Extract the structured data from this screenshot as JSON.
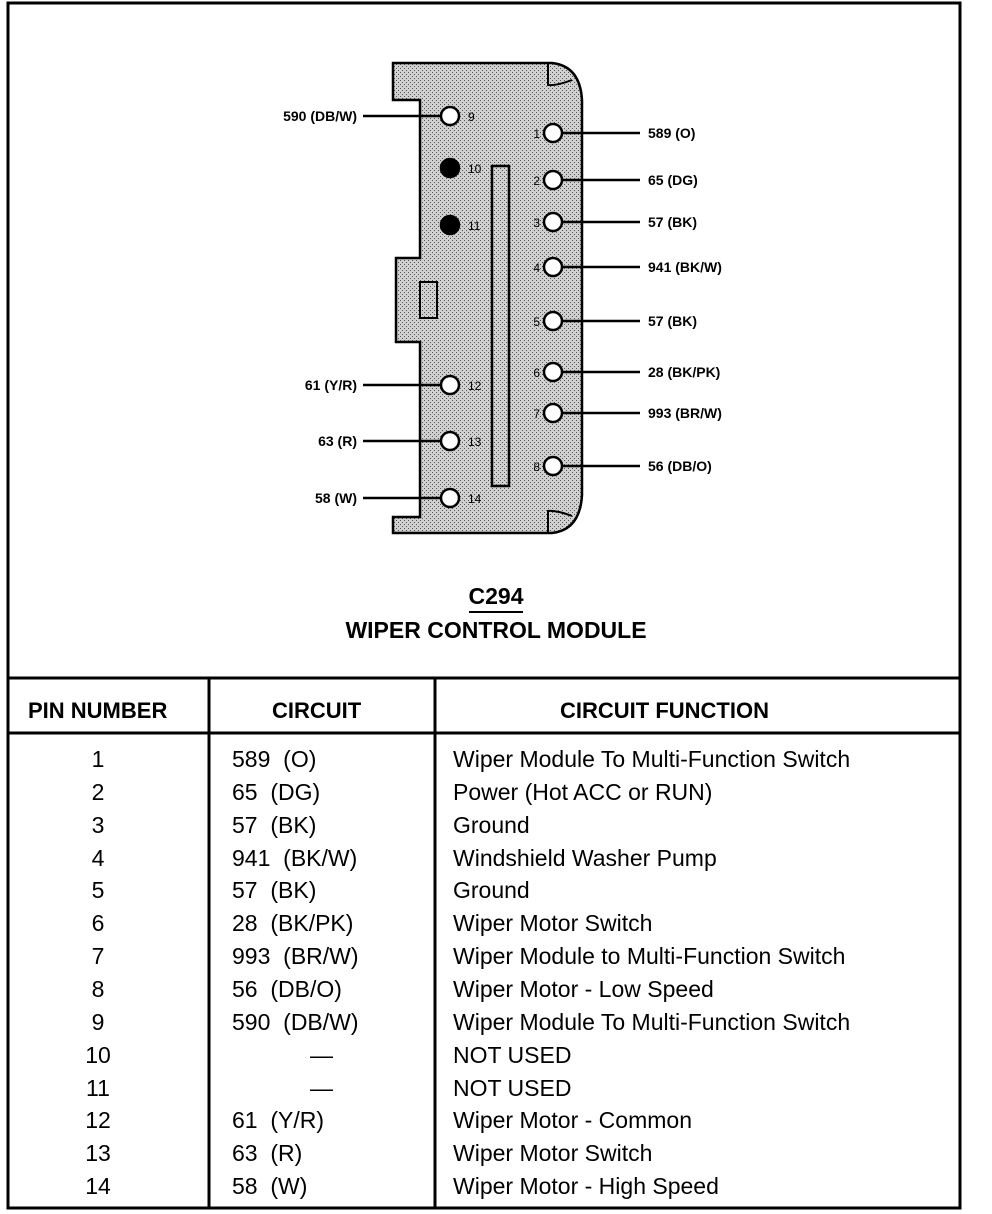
{
  "connector": {
    "id": "C294",
    "name": "WIPER CONTROL MODULE"
  },
  "pins_left": [
    {
      "pin": "9",
      "label": "590 (DB/W)",
      "filled": false
    },
    {
      "pin": "10",
      "label": "",
      "filled": true
    },
    {
      "pin": "11",
      "label": "",
      "filled": true
    },
    {
      "pin": "12",
      "label": "61 (Y/R)",
      "filled": false
    },
    {
      "pin": "13",
      "label": "63 (R)",
      "filled": false
    },
    {
      "pin": "14",
      "label": "58 (W)",
      "filled": false
    }
  ],
  "pins_right": [
    {
      "pin": "1",
      "label": "589 (O)"
    },
    {
      "pin": "2",
      "label": "65 (DG)"
    },
    {
      "pin": "3",
      "label": "57 (BK)"
    },
    {
      "pin": "4",
      "label": "941 (BK/W)"
    },
    {
      "pin": "5",
      "label": "57 (BK)"
    },
    {
      "pin": "6",
      "label": "28 (BK/PK)"
    },
    {
      "pin": "7",
      "label": "993 (BR/W)"
    },
    {
      "pin": "8",
      "label": "56 (DB/O)"
    }
  ],
  "table": {
    "headers": [
      "PIN NUMBER",
      "CIRCUIT",
      "CIRCUIT FUNCTION"
    ],
    "rows": [
      {
        "pin": "1",
        "circuit": "589  (O)",
        "function": "Wiper Module To Multi-Function Switch"
      },
      {
        "pin": "2",
        "circuit": "65  (DG)",
        "function": "Power (Hot ACC or RUN)"
      },
      {
        "pin": "3",
        "circuit": "57  (BK)",
        "function": "Ground"
      },
      {
        "pin": "4",
        "circuit": "941  (BK/W)",
        "function": "Windshield Washer Pump"
      },
      {
        "pin": "5",
        "circuit": "57  (BK)",
        "function": "Ground"
      },
      {
        "pin": "6",
        "circuit": "28  (BK/PK)",
        "function": "Wiper Motor Switch"
      },
      {
        "pin": "7",
        "circuit": "993  (BR/W)",
        "function": "Wiper Module to Multi-Function Switch"
      },
      {
        "pin": "8",
        "circuit": "56  (DB/O)",
        "function": "Wiper Motor - Low Speed"
      },
      {
        "pin": "9",
        "circuit": "590  (DB/W)",
        "function": "Wiper Module To Multi-Function Switch"
      },
      {
        "pin": "10",
        "circuit": "—",
        "function": "NOT USED"
      },
      {
        "pin": "11",
        "circuit": "—",
        "function": "NOT USED"
      },
      {
        "pin": "12",
        "circuit": "61  (Y/R)",
        "function": "Wiper Motor - Common"
      },
      {
        "pin": "13",
        "circuit": "63  (R)",
        "function": "Wiper Motor Switch"
      },
      {
        "pin": "14",
        "circuit": "58  (W)",
        "function": "Wiper Motor - High Speed"
      }
    ]
  },
  "colors": {
    "ink": "#000000",
    "paper": "#ffffff",
    "connector_fill": "#b8b8b8"
  }
}
